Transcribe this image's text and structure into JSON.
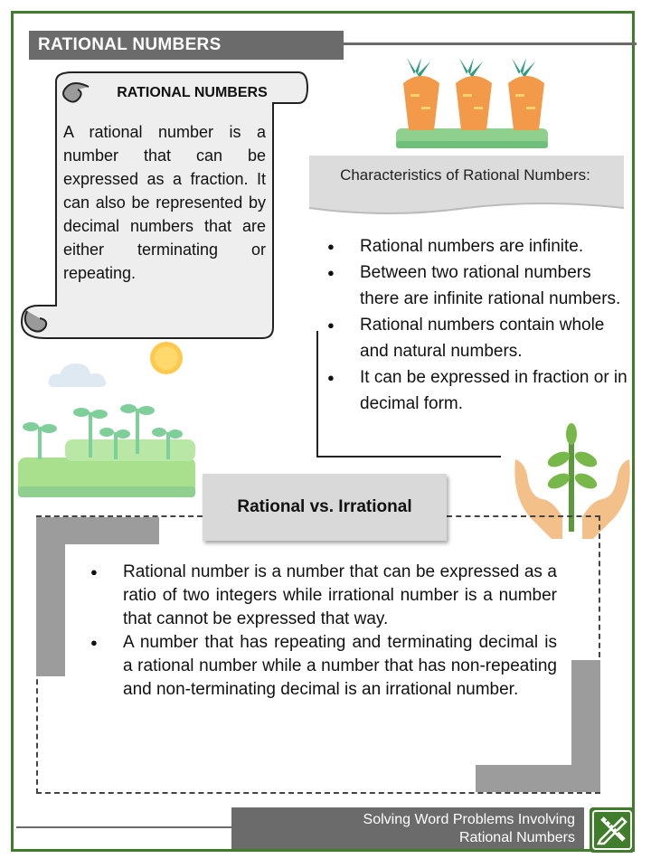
{
  "header": {
    "title": "RATIONAL NUMBERS"
  },
  "definition": {
    "heading": "RATIONAL NUMBERS",
    "body": "A rational number is a number that can be expressed as a fraction. It can also be represented by decimal numbers that are either terminating or repeating."
  },
  "characteristics": {
    "title": "Characteristics of Rational Numbers:",
    "items": [
      "Rational numbers are infinite.",
      "Between two rational numbers there are infinite rational numbers.",
      "Rational numbers contain whole and natural numbers.",
      "It can be expressed in fraction or in decimal form."
    ]
  },
  "comparison": {
    "title": "Rational vs. Irrational",
    "items": [
      "Rational number is a number that can be expressed as a ratio of two integers while irrational number is a number that cannot be expressed that way.",
      "A number that has repeating and terminating decimal is a rational number while a number that has non-repeating and non-terminating decimal is an irrational number."
    ]
  },
  "footer": {
    "line1": "Solving Word Problems Involving",
    "line2": "Rational Numbers"
  },
  "icons": [
    "carrots-icon",
    "sprouts-icon",
    "sun-icon",
    "cloud-icon",
    "hands-plant-icon",
    "pencil-ruler-logo-icon"
  ],
  "colors": {
    "frame": "#3f7d2a",
    "bar": "#6b6b6b",
    "banner": "#d9d9d9",
    "carrot": "#f29a4a",
    "leaf": "#5fb88a"
  }
}
